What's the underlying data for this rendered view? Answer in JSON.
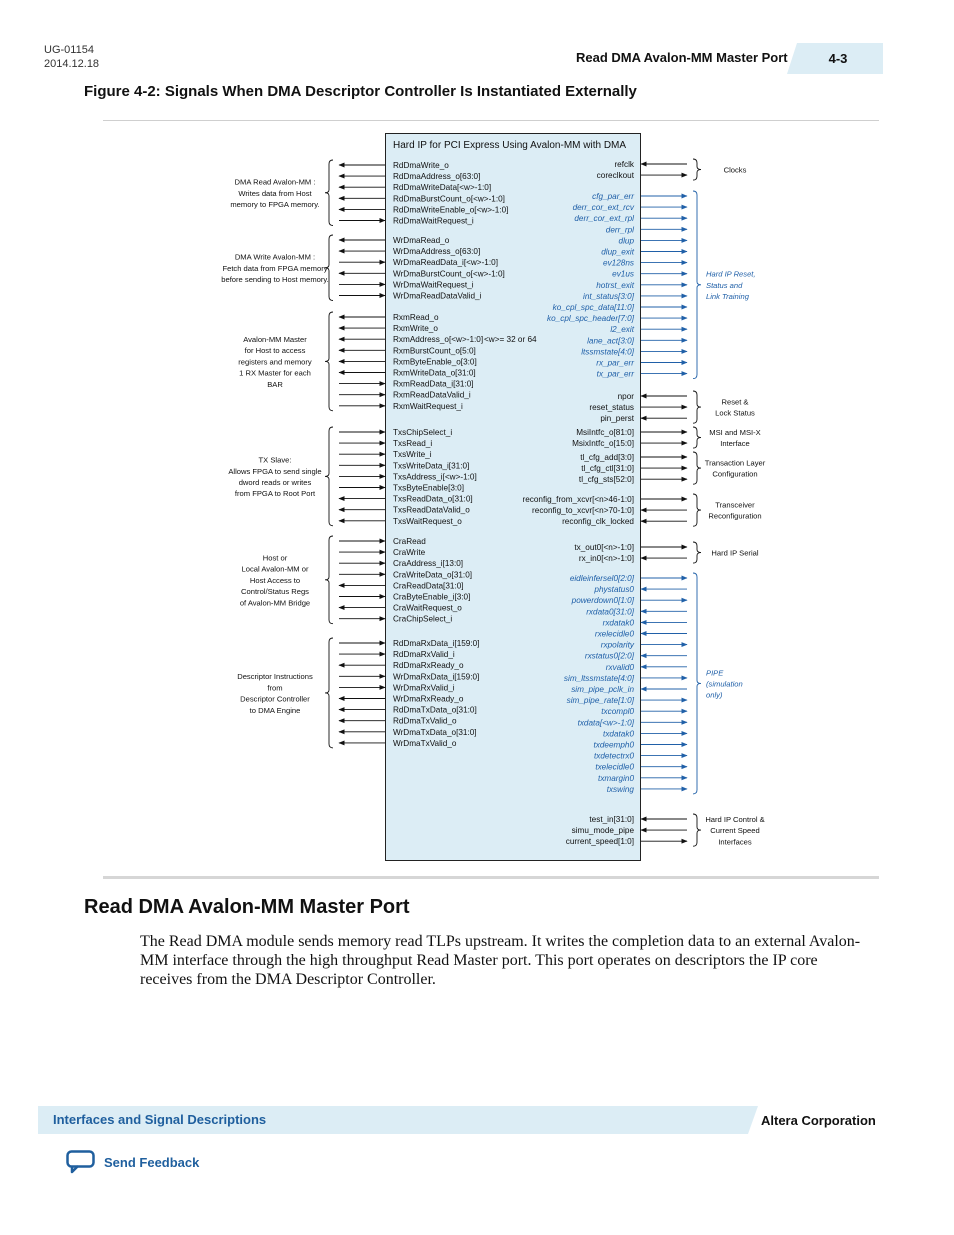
{
  "header": {
    "doc_id": "UG-01154",
    "doc_date": "2014.12.18",
    "section_title": "Read DMA Avalon-MM Master Port",
    "page_number": "4-3"
  },
  "figure": {
    "title": "Figure 4-2: Signals When DMA Descriptor Controller Is Instantiated Externally",
    "core_title": "Hard IP for PCI Express Using Avalon-MM with DMA",
    "width_note": "<w>= 32 or 64",
    "left_groups": [
      {
        "lines": [
          "DMA Read Avalon-MM :",
          "Writes data from Host",
          "memory to FPGA memory."
        ],
        "signals": [
          {
            "name": "RdDmaWrite_o",
            "dir": "out"
          },
          {
            "name": "RdDmaAddress_o[63:0]",
            "dir": "out"
          },
          {
            "name": "RdDmaWriteData[<w>-1:0]",
            "dir": "out"
          },
          {
            "name": "RdDmaBurstCount_o[<w>-1:0]",
            "dir": "out"
          },
          {
            "name": "RdDmaWriteEnable_o[<w>-1:0]",
            "dir": "out"
          },
          {
            "name": "RdDmaWaitRequest_i",
            "dir": "in"
          }
        ]
      },
      {
        "lines": [
          "DMA Write Avalon-MM :",
          "Fetch data from FPGA memory",
          "before sending to Host memory."
        ],
        "signals": [
          {
            "name": "WrDmaRead_o",
            "dir": "out"
          },
          {
            "name": "WrDmaAddress_o[63:0]",
            "dir": "out"
          },
          {
            "name": "WrDmaReadData_i[<w>-1:0]",
            "dir": "in"
          },
          {
            "name": "WrDmaBurstCount_o[<w>-1:0]",
            "dir": "out"
          },
          {
            "name": "WrDmaWaitRequest_i",
            "dir": "in"
          },
          {
            "name": "WrDmaReadDataValid_i",
            "dir": "in"
          }
        ]
      },
      {
        "lines": [
          "Avalon-MM Master",
          "for Host to access",
          "registers and memory",
          "1 RX Master for each",
          "BAR"
        ],
        "signals": [
          {
            "name": "RxmRead_o",
            "dir": "out"
          },
          {
            "name": "RxmWrite_o",
            "dir": "out"
          },
          {
            "name": "RxmAddress_o[<w>-1:0]",
            "dir": "out"
          },
          {
            "name": "RxmBurstCount_o[5:0]",
            "dir": "out"
          },
          {
            "name": "RxmByteEnable_o[3:0]",
            "dir": "out"
          },
          {
            "name": "RxmWriteData_o[31:0]",
            "dir": "out"
          },
          {
            "name": "RxmReadData_i[31:0]",
            "dir": "in"
          },
          {
            "name": "RxmReadDataValid_i",
            "dir": "in"
          },
          {
            "name": "RxmWaitRequest_i",
            "dir": "in"
          }
        ]
      },
      {
        "lines": [
          "TX Slave:",
          "Allows FPGA to send single",
          "dword reads or writes",
          "from FPGA to  Root Port"
        ],
        "signals": [
          {
            "name": "TxsChipSelect_i",
            "dir": "in"
          },
          {
            "name": "TxsRead_i",
            "dir": "in"
          },
          {
            "name": "TxsWrite_i",
            "dir": "in"
          },
          {
            "name": "TxsWriteData_i[31:0]",
            "dir": "in"
          },
          {
            "name": "TxsAddress_i[<w>-1:0]",
            "dir": "in"
          },
          {
            "name": "TxsByteEnable[3:0]",
            "dir": "in"
          },
          {
            "name": "TxsReadData_o[31:0]",
            "dir": "out"
          },
          {
            "name": "TxsReadDataValid_o",
            "dir": "out"
          },
          {
            "name": "TxsWaitRequest_o",
            "dir": "out"
          }
        ]
      },
      {
        "lines": [
          "Host  or",
          "Local Avalon-MM or",
          "Host Access to",
          "Control/Status Regs",
          "of Avalon-MM Bridge"
        ],
        "signals": [
          {
            "name": "CraRead",
            "dir": "in"
          },
          {
            "name": "CraWrite",
            "dir": "in"
          },
          {
            "name": "CraAddress_i[13:0]",
            "dir": "in"
          },
          {
            "name": "CraWriteData_o[31:0]",
            "dir": "in"
          },
          {
            "name": "CraReadData[31:0]",
            "dir": "out"
          },
          {
            "name": "CraByteEnable_i[3:0]",
            "dir": "in"
          },
          {
            "name": "CraWaitRequest_o",
            "dir": "out"
          },
          {
            "name": "CraChipSelect_i",
            "dir": "in"
          }
        ]
      },
      {
        "lines": [
          "Descriptor Instructions",
          "from",
          "Descriptor Controller",
          "to DMA Engine"
        ],
        "signals": [
          {
            "name": "RdDmaRxData_i[159:0]",
            "dir": "in"
          },
          {
            "name": "RdDmaRxValid_i",
            "dir": "in"
          },
          {
            "name": "RdDmaRxReady_o",
            "dir": "out"
          },
          {
            "name": "WrDmaRxData_i[159:0]",
            "dir": "in"
          },
          {
            "name": "WrDmaRxValid_i",
            "dir": "in"
          },
          {
            "name": "WrDmaRxReady_o",
            "dir": "out"
          },
          {
            "name": "RdDmaTxData_o[31:0]",
            "dir": "out"
          },
          {
            "name": "RdDmaTxValid_o",
            "dir": "out"
          },
          {
            "name": "WrDmaTxData_o[31:0]",
            "dir": "out"
          },
          {
            "name": "WrDmaTxValid_o",
            "dir": "out"
          }
        ]
      }
    ],
    "right_groups": [
      {
        "lines": [
          "Clocks"
        ],
        "italic": false,
        "signals": [
          {
            "name": "refclk",
            "dir": "in",
            "italic": false
          },
          {
            "name": "coreclkout",
            "dir": "out",
            "italic": false
          }
        ]
      },
      {
        "lines": [
          "Hard IP Reset,",
          "Status and",
          "Link Training"
        ],
        "italic": true,
        "signals": [
          {
            "name": "cfg_par_err",
            "dir": "out",
            "italic": true
          },
          {
            "name": "derr_cor_ext_rcv",
            "dir": "out",
            "italic": true
          },
          {
            "name": "derr_cor_ext_rpl",
            "dir": "out",
            "italic": true
          },
          {
            "name": "derr_rpl",
            "dir": "out",
            "italic": true
          },
          {
            "name": "dlup",
            "dir": "out",
            "italic": true
          },
          {
            "name": "dlup_exit",
            "dir": "out",
            "italic": true
          },
          {
            "name": "ev128ns",
            "dir": "out",
            "italic": true
          },
          {
            "name": "ev1us",
            "dir": "out",
            "italic": true
          },
          {
            "name": "hotrst_exit",
            "dir": "out",
            "italic": true
          },
          {
            "name": "int_status[3:0]",
            "dir": "out",
            "italic": true
          },
          {
            "name": "ko_cpl_spc_data[11:0]",
            "dir": "out",
            "italic": true
          },
          {
            "name": "ko_cpl_spc_header[7:0]",
            "dir": "out",
            "italic": true
          },
          {
            "name": "l2_exit",
            "dir": "out",
            "italic": true
          },
          {
            "name": "lane_act[3:0]",
            "dir": "out",
            "italic": true
          },
          {
            "name": "ltssmstate[4:0]",
            "dir": "out",
            "italic": true
          },
          {
            "name": "rx_par_err",
            "dir": "out",
            "italic": true
          },
          {
            "name": "tx_par_err",
            "dir": "out",
            "italic": true
          }
        ]
      },
      {
        "lines": [
          "Reset  &",
          "Lock Status"
        ],
        "italic": false,
        "signals": [
          {
            "name": "npor",
            "dir": "in",
            "italic": false
          },
          {
            "name": "reset_status",
            "dir": "out",
            "italic": false
          },
          {
            "name": "pin_perst",
            "dir": "in",
            "italic": false
          }
        ]
      },
      {
        "lines": [
          "MSI and MSI-X",
          "Interface"
        ],
        "italic": false,
        "signals": [
          {
            "name": "MsiIntfc_o[81:0]",
            "dir": "out",
            "italic": false
          },
          {
            "name": "MsixIntfc_o[15:0]",
            "dir": "out",
            "italic": false
          }
        ]
      },
      {
        "lines": [
          "Transaction Layer",
          "Configuration"
        ],
        "italic": false,
        "signals": [
          {
            "name": "tl_cfg_add[3:0]",
            "dir": "out",
            "italic": false
          },
          {
            "name": "tl_cfg_ctl[31:0]",
            "dir": "out",
            "italic": false
          },
          {
            "name": "tl_cfg_sts[52:0]",
            "dir": "out",
            "italic": false
          }
        ]
      },
      {
        "lines": [
          "Transceiver",
          "Reconfiguration"
        ],
        "italic": false,
        "signals": [
          {
            "name": "reconfig_from_xcvr[<n>46-1:0]",
            "dir": "out",
            "italic": false
          },
          {
            "name": "reconfig_to_xcvr[<n>70-1:0]",
            "dir": "in",
            "italic": false
          },
          {
            "name": "reconfig_clk_locked",
            "dir": "in",
            "italic": false
          }
        ]
      },
      {
        "lines": [
          "Hard IP Serial"
        ],
        "italic": false,
        "signals": [
          {
            "name": "tx_out0[<n>-1:0]",
            "dir": "out",
            "italic": false
          },
          {
            "name": "rx_in0[<n>-1:0]",
            "dir": "in",
            "italic": false
          }
        ]
      },
      {
        "lines": [
          "PIPE",
          "(simulation",
          "only)"
        ],
        "italic": true,
        "signals": [
          {
            "name": "eidleinfersel0[2:0]",
            "dir": "out",
            "italic": true
          },
          {
            "name": "phystatus0",
            "dir": "in",
            "italic": true
          },
          {
            "name": "powerdown0[1:0]",
            "dir": "out",
            "italic": true
          },
          {
            "name": "rxdata0[31:0]",
            "dir": "in",
            "italic": true
          },
          {
            "name": "rxdatak0",
            "dir": "in",
            "italic": true
          },
          {
            "name": "rxelecidle0",
            "dir": "in",
            "italic": true
          },
          {
            "name": "rxpolarity",
            "dir": "out",
            "italic": true
          },
          {
            "name": "rxstatus0[2:0]",
            "dir": "in",
            "italic": true
          },
          {
            "name": "rxvalid0",
            "dir": "in",
            "italic": true
          },
          {
            "name": "sim_ltssmstate[4:0]",
            "dir": "out",
            "italic": true
          },
          {
            "name": "sim_pipe_pclk_in",
            "dir": "in",
            "italic": true
          },
          {
            "name": "sim_pipe_rate[1:0]",
            "dir": "out",
            "italic": true
          },
          {
            "name": "txcompl0",
            "dir": "out",
            "italic": true
          },
          {
            "name": "txdata[<w>-1:0]",
            "dir": "out",
            "italic": true
          },
          {
            "name": "txdatak0",
            "dir": "out",
            "italic": true
          },
          {
            "name": "txdeemph0",
            "dir": "out",
            "italic": true
          },
          {
            "name": "txdetectrx0",
            "dir": "out",
            "italic": true
          },
          {
            "name": "txelecidle0",
            "dir": "out",
            "italic": true
          },
          {
            "name": "txmargin0",
            "dir": "out",
            "italic": true
          },
          {
            "name": "txswing",
            "dir": "out",
            "italic": true
          }
        ]
      },
      {
        "lines": [
          "Hard IP Control &",
          "Current Speed",
          "Interfaces"
        ],
        "italic": false,
        "signals": [
          {
            "name": "test_in[31:0]",
            "dir": "in",
            "italic": false
          },
          {
            "name": "simu_mode_pipe",
            "dir": "in",
            "italic": false
          },
          {
            "name": "current_speed[1:0]",
            "dir": "out",
            "italic": false
          }
        ]
      }
    ]
  },
  "section": {
    "title": "Read DMA Avalon-MM Master Port",
    "body": "The Read DMA module sends memory read TLPs upstream. It writes the completion data to an external Avalon-MM interface through the high throughput Read Master port. This port operates on descriptors the IP core receives from the DMA Descriptor Controller."
  },
  "footer": {
    "chapter_link": "Interfaces and Signal Descriptions",
    "company": "Altera Corporation",
    "feedback_label": "Send Feedback"
  },
  "colors": {
    "accent_fill": "#dcedf5",
    "link_blue": "#1f5f9e",
    "italic_blue": "#2060a8"
  }
}
